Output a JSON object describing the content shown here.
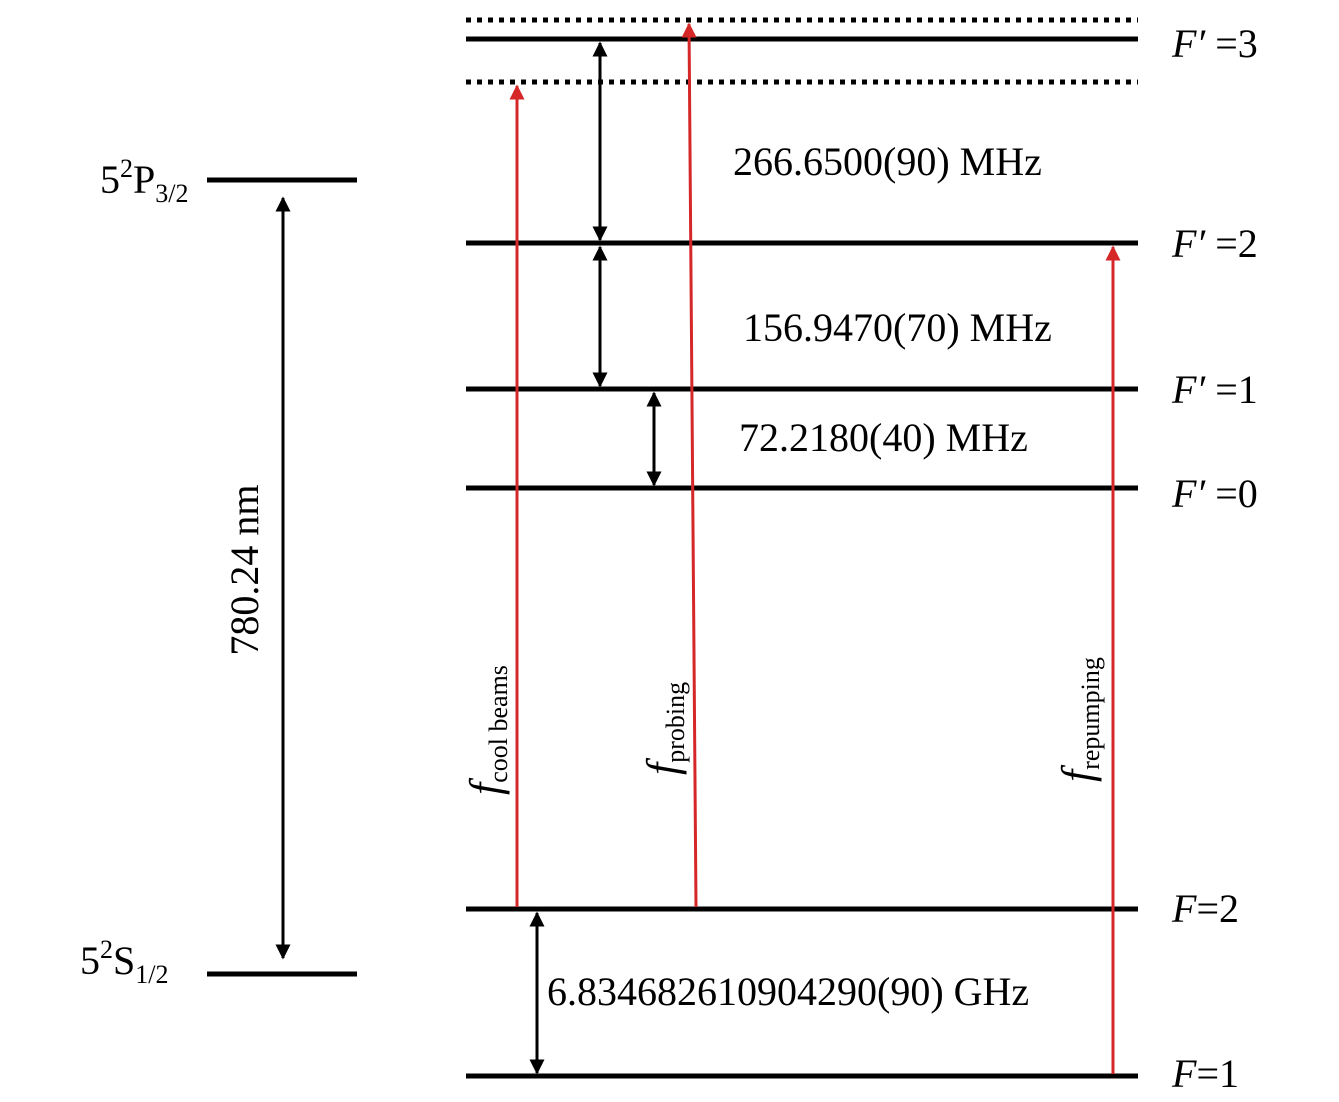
{
  "colors": {
    "line": "#000000",
    "laser": "#d62728"
  },
  "left_levels": {
    "upper": {
      "base": "5",
      "sup": "2",
      "letter": "P",
      "sub": "3/2"
    },
    "lower": {
      "base": "5",
      "sup": "2",
      "letter": "S",
      "sub": "1/2"
    },
    "wavelength": "780.24 nm"
  },
  "excited_levels": {
    "f3": {
      "name": "F′",
      "eq": " =3"
    },
    "f2": {
      "name": "F′",
      "eq": " =2"
    },
    "f1": {
      "name": "F′",
      "eq": " =1"
    },
    "f0": {
      "name": "F′",
      "eq": " =0"
    }
  },
  "ground_levels": {
    "f2": {
      "name": "F",
      "eq": "=2"
    },
    "f1": {
      "name": "F",
      "eq": "=1"
    }
  },
  "splittings": {
    "f3_f2": "266.6500(90) MHz",
    "f2_f1": "156.9470(70) MHz",
    "f1_f0": "72.2180(40) MHz",
    "ground": "6.834682610904290(90) GHz"
  },
  "beams": {
    "cool": {
      "f": "f",
      "sub": "cool beams"
    },
    "probing": {
      "f": "f",
      "sub": "probing"
    },
    "repumping": {
      "f": "f",
      "sub": "repumping"
    }
  }
}
